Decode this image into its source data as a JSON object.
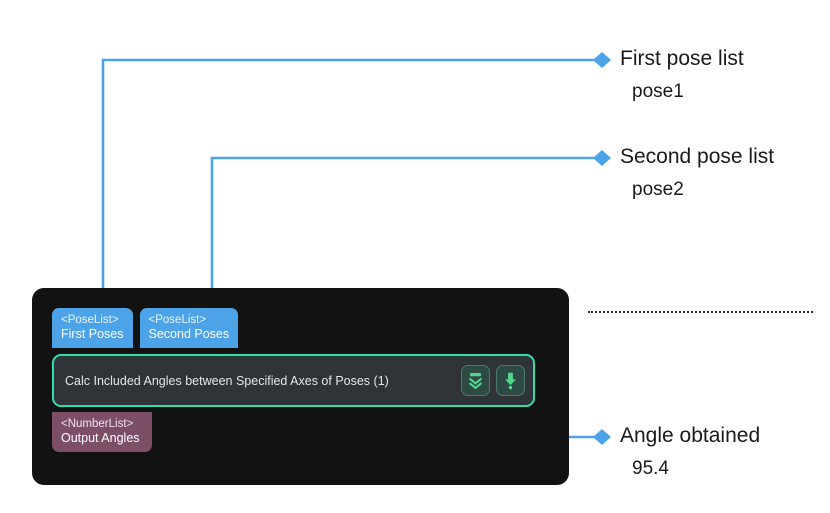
{
  "node": {
    "title": "Calc Included Angles between Specified Axes of Poses (1)",
    "accent_color": "#2ae0b0",
    "panel_color": "#121212",
    "body_color": "#2f3439",
    "input_ports": [
      {
        "type": "<PoseList>",
        "label": "First Poses",
        "color": "#4da3e8"
      },
      {
        "type": "<PoseList>",
        "label": "Second Poses",
        "color": "#4da3e8"
      }
    ],
    "output_ports": [
      {
        "type": "<NumberList>",
        "label": "Output Angles",
        "color": "#7d4f67"
      }
    ],
    "buttons": [
      {
        "icon": "collapse-double-chevron-down-icon"
      },
      {
        "icon": "download-arrow-down-icon"
      }
    ]
  },
  "annotations": [
    {
      "title": "First pose list",
      "value": "pose1"
    },
    {
      "title": "Second pose list",
      "value": "pose2"
    },
    {
      "title": "Angle obtained",
      "value": "95.4"
    }
  ],
  "leader_color": "#4da3e8"
}
